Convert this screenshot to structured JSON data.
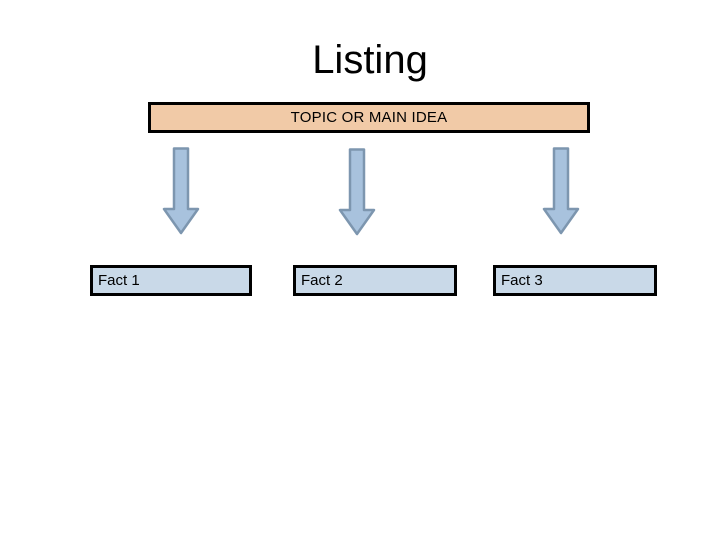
{
  "slide": {
    "title": "Listing",
    "topic_box": {
      "label": "TOPIC OR MAIN IDEA"
    },
    "arrows": [
      {
        "name": "down-arrow"
      },
      {
        "name": "down-arrow"
      },
      {
        "name": "down-arrow"
      }
    ],
    "facts": [
      {
        "label": "Fact 1"
      },
      {
        "label": "Fact 2"
      },
      {
        "label": "Fact 3"
      }
    ],
    "colors": {
      "background": "#FFFFFF",
      "text": "#000000",
      "box_border": "#000000",
      "topic_fill": "#F1CAA7",
      "fact_fill": "#C9D9E8",
      "arrow_fill": "#A8C2DD",
      "arrow_stroke": "#7D96AF"
    }
  }
}
